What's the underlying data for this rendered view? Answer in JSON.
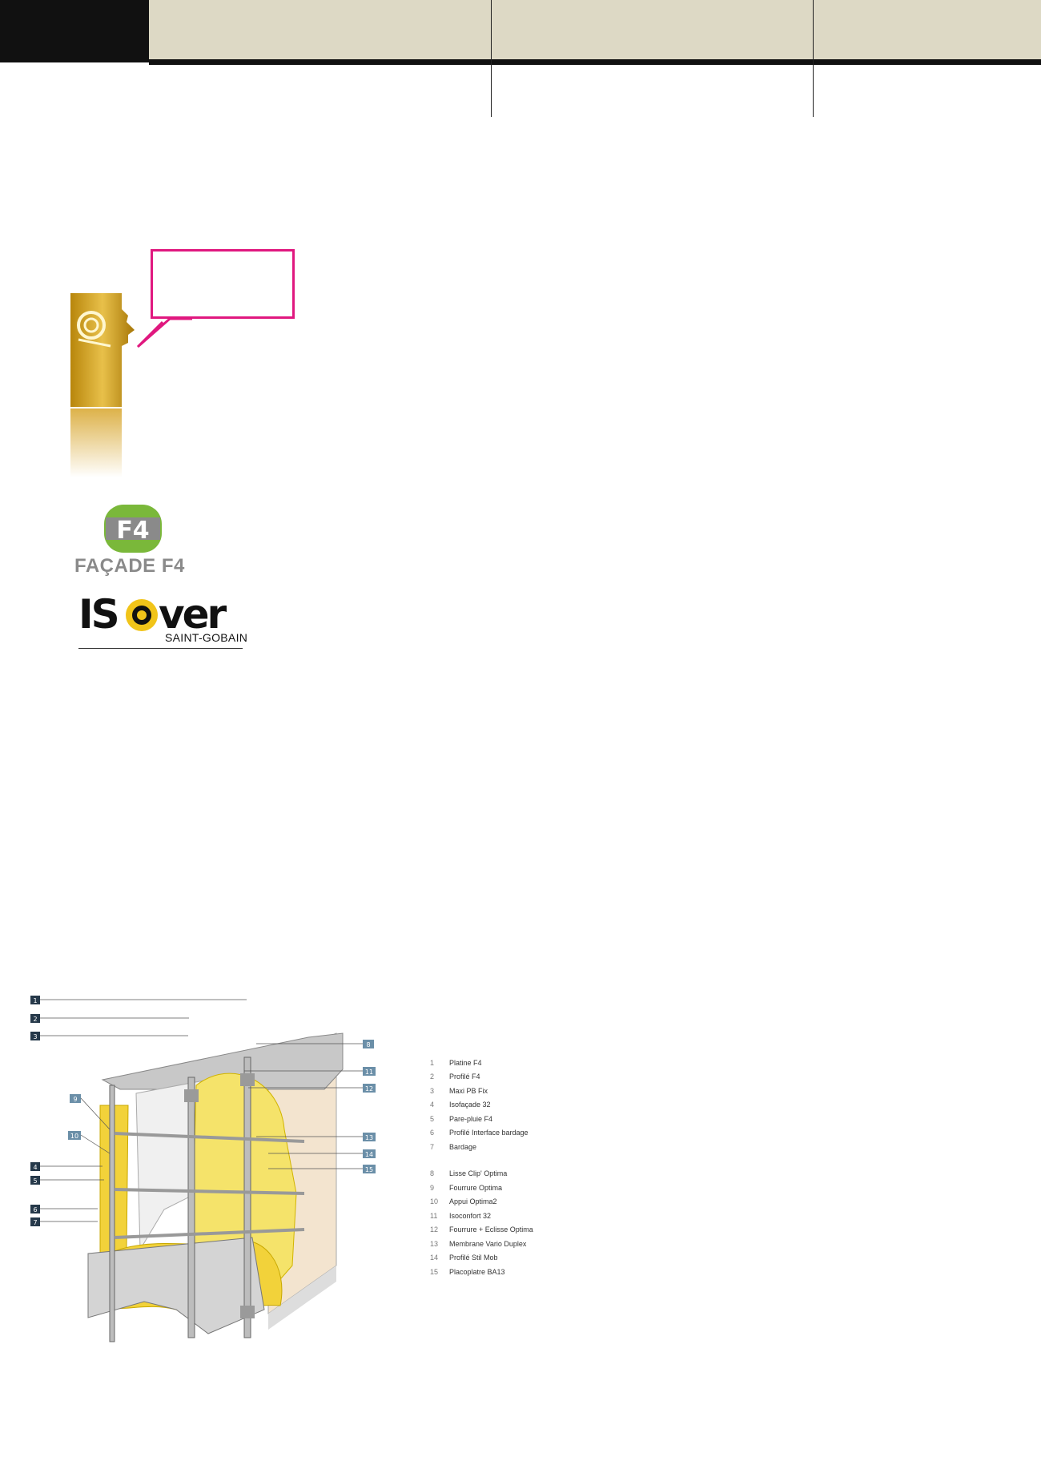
{
  "header": {},
  "logos": {
    "f4_word": "FAÇADE F4",
    "f4_mark": "F4",
    "isover_word": "ISOVER",
    "isover_sub": "SAINT-GOBAIN"
  },
  "diagram": {
    "callouts": [
      "1",
      "2",
      "3",
      "4",
      "5",
      "6",
      "7",
      "8",
      "9",
      "10",
      "11",
      "12",
      "13",
      "14",
      "15"
    ],
    "legend": [
      {
        "num": "1",
        "label": "Platine F4"
      },
      {
        "num": "2",
        "label": "Profilé F4"
      },
      {
        "num": "3",
        "label": "Maxi PB Fix"
      },
      {
        "num": "4",
        "label": "Isofaçade 32"
      },
      {
        "num": "5",
        "label": "Pare-pluie F4"
      },
      {
        "num": "6",
        "label": "Profilé Interface bardage"
      },
      {
        "num": "7",
        "label": "Bardage"
      },
      {
        "num": "8",
        "label": "Lisse Clip' Optima"
      },
      {
        "num": "9",
        "label": "Fourrure Optima"
      },
      {
        "num": "10",
        "label": "Appui Optima2"
      },
      {
        "num": "11",
        "label": "Isoconfort 32"
      },
      {
        "num": "12",
        "label": "Fourrure + Eclisse Optima"
      },
      {
        "num": "13",
        "label": "Membrane Vario Duplex"
      },
      {
        "num": "14",
        "label": "Profilé Stil Mob"
      },
      {
        "num": "15",
        "label": "Placoplatre BA13"
      }
    ]
  },
  "colors": {
    "accent_magenta": "#e0187f",
    "header_beige": "#ddd9c5",
    "insulation_yellow": "#f2d23a",
    "f4_green": "#7ab83a"
  }
}
